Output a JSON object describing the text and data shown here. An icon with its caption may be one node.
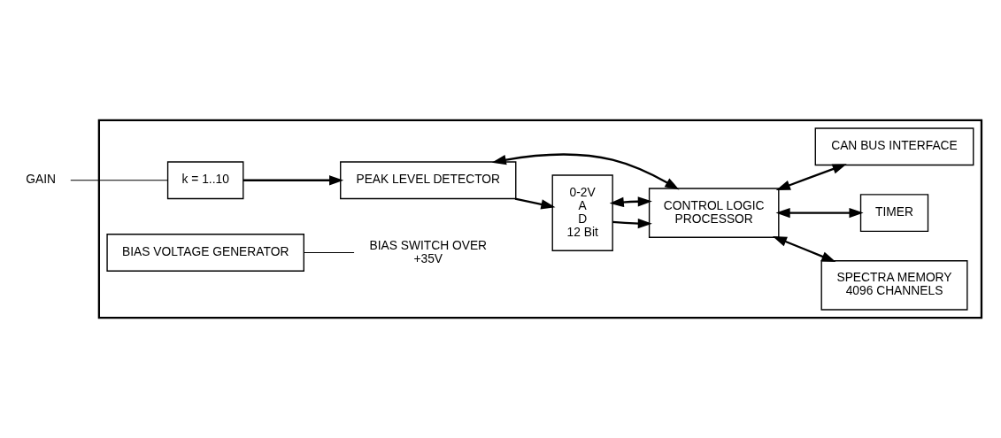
{
  "diagram": {
    "nodes": [
      {
        "text": [],
        "shape": "box"
      },
      {
        "text": [
          "GAIN"
        ]
      },
      {
        "text": [
          "k = 1..10"
        ],
        "in": 0
      },
      {
        "text": [
          "PEAK LEVEL DETECTOR"
        ],
        "in": 0
      },
      {
        "text": [
          "0-2V",
          "A",
          "D",
          "12 Bit"
        ],
        "in": 0
      },
      {
        "text": [
          "CONTROL LOGIC",
          "PROCESSOR"
        ],
        "in": 0
      },
      {
        "text": [
          "SPECTRA MEMORY",
          "4096 CHANNELS"
        ],
        "in": 0
      },
      {
        "text": [
          "TIMER"
        ],
        "in": 0
      },
      {
        "text": [
          "CAN BUS INTERFACE"
        ],
        "in": 0
      },
      {
        "text": [
          "BIAS VOLTAGE GENERATOR"
        ],
        "in": 0
      },
      {
        "text": [
          "BIAS SWITCH OVER"
        ],
        "beside": [
          "+35V"
        ],
        "in": 0
      }
    ],
    "edges": [
      {
        "from": 1,
        "to": 2,
        "arrow": "none"
      },
      {
        "from": 2,
        "to": 3,
        "arrow": "to"
      },
      {
        "from": 3,
        "to": 4,
        "arrow": "to"
      },
      {
        "from": 4,
        "to": 5,
        "arrow": "to"
      },
      {
        "from": 5,
        "to": 6,
        "arrow": "both"
      },
      {
        "from": 5,
        "to": 7,
        "arrow": "both"
      },
      {
        "from": 5,
        "to": 8,
        "arrow": "both"
      },
      {
        "from": 3,
        "to": 5,
        "arrow": "both"
      },
      {
        "from": 4,
        "to": 5,
        "arrow": "both"
      },
      {
        "from": 9,
        "to": 10,
        "arrow": "none"
      }
    ]
  }
}
